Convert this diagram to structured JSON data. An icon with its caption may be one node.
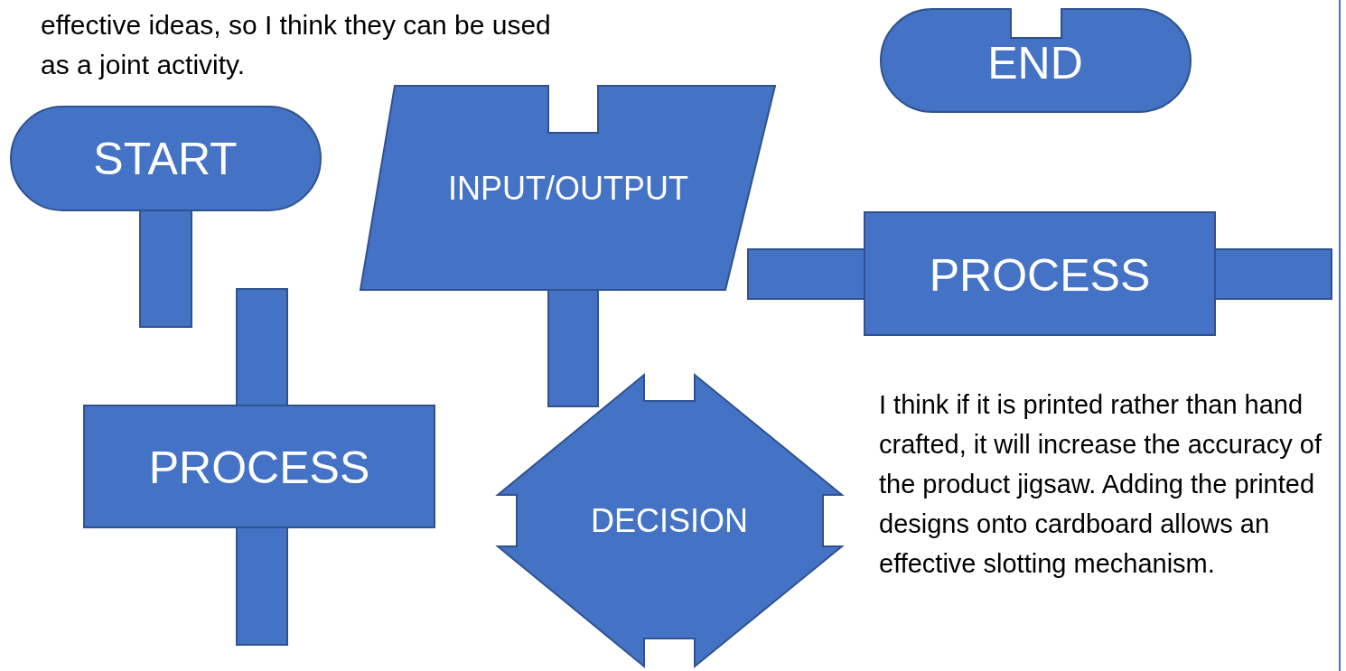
{
  "diagram": {
    "nodes": [
      {
        "text": [
          "START"
        ]
      },
      {
        "text": [
          "INPUT/OUTPUT"
        ]
      },
      {
        "text": [
          "END"
        ]
      },
      {
        "text": [
          "PROCESS"
        ]
      },
      {
        "text": [
          "PROCESS"
        ]
      },
      {
        "text": [
          "DECISION"
        ]
      }
    ],
    "edges": [],
    "labels": [
      "effective ideas, so I think they can be used as a joint activity.",
      "I think if it is printed rather than hand crafted, it will increase the accuracy of the product jigsaw. Adding the printed designs onto cardboard allows an effective slotting mechanism."
    ]
  }
}
